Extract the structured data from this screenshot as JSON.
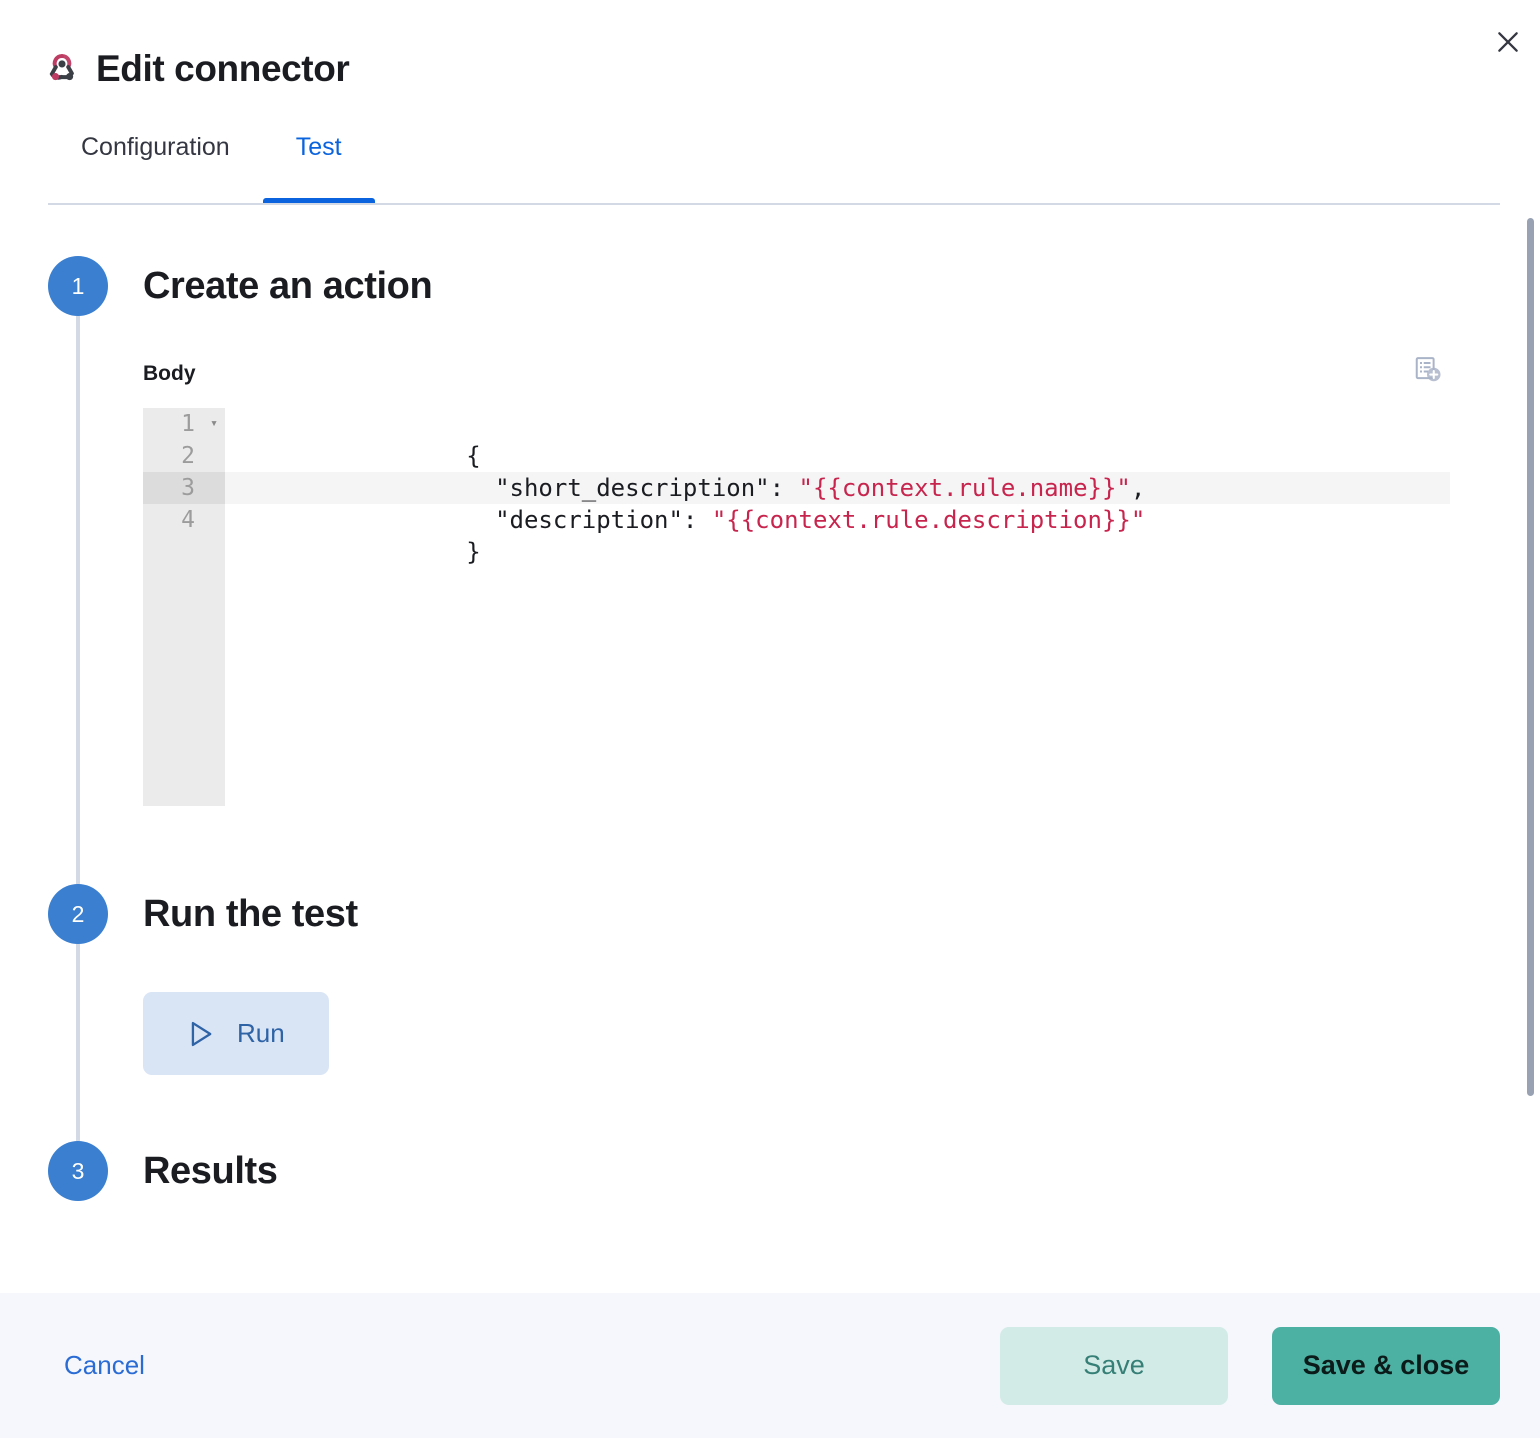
{
  "header": {
    "title": "Edit connector",
    "icon": "webhook-icon",
    "close_icon": "close-icon",
    "tabs": [
      {
        "label": "Configuration",
        "active": false
      },
      {
        "label": "Test",
        "active": true
      }
    ]
  },
  "steps": [
    {
      "number": "1",
      "title": "Create an action"
    },
    {
      "number": "2",
      "title": "Run the test"
    },
    {
      "number": "3",
      "title": "Results"
    }
  ],
  "editor": {
    "label": "Body",
    "toolbar_icon": "add-variable-icon",
    "gutter": [
      "1",
      "2",
      "3",
      "4"
    ],
    "active_line": 3,
    "lines": [
      {
        "num": "1",
        "parts": [
          {
            "t": "{",
            "c": "punct"
          }
        ]
      },
      {
        "num": "2",
        "parts": [
          {
            "t": "  \"short_description\": ",
            "c": "key"
          },
          {
            "t": "\"{{context.rule.name}}\"",
            "c": "str"
          },
          {
            "t": ",",
            "c": "punct"
          }
        ]
      },
      {
        "num": "3",
        "parts": [
          {
            "t": "  \"description\": ",
            "c": "key"
          },
          {
            "t": "\"{{context.rule.description}}\"",
            "c": "str"
          }
        ]
      },
      {
        "num": "4",
        "parts": [
          {
            "t": "}",
            "c": "punct"
          }
        ]
      }
    ]
  },
  "run": {
    "label": "Run",
    "icon": "play-icon"
  },
  "footer": {
    "cancel_label": "Cancel",
    "save_label": "Save",
    "save_close_label": "Save & close"
  },
  "colors": {
    "accent_blue": "#0b64dd",
    "step_badge": "#3a7fd0",
    "string_red": "#c7254e",
    "save_close_teal": "#4cb0a3",
    "save_teal_bg": "#d3ebe7",
    "run_bg": "#d9e4f5",
    "footer_bg": "#f5f7fc"
  }
}
